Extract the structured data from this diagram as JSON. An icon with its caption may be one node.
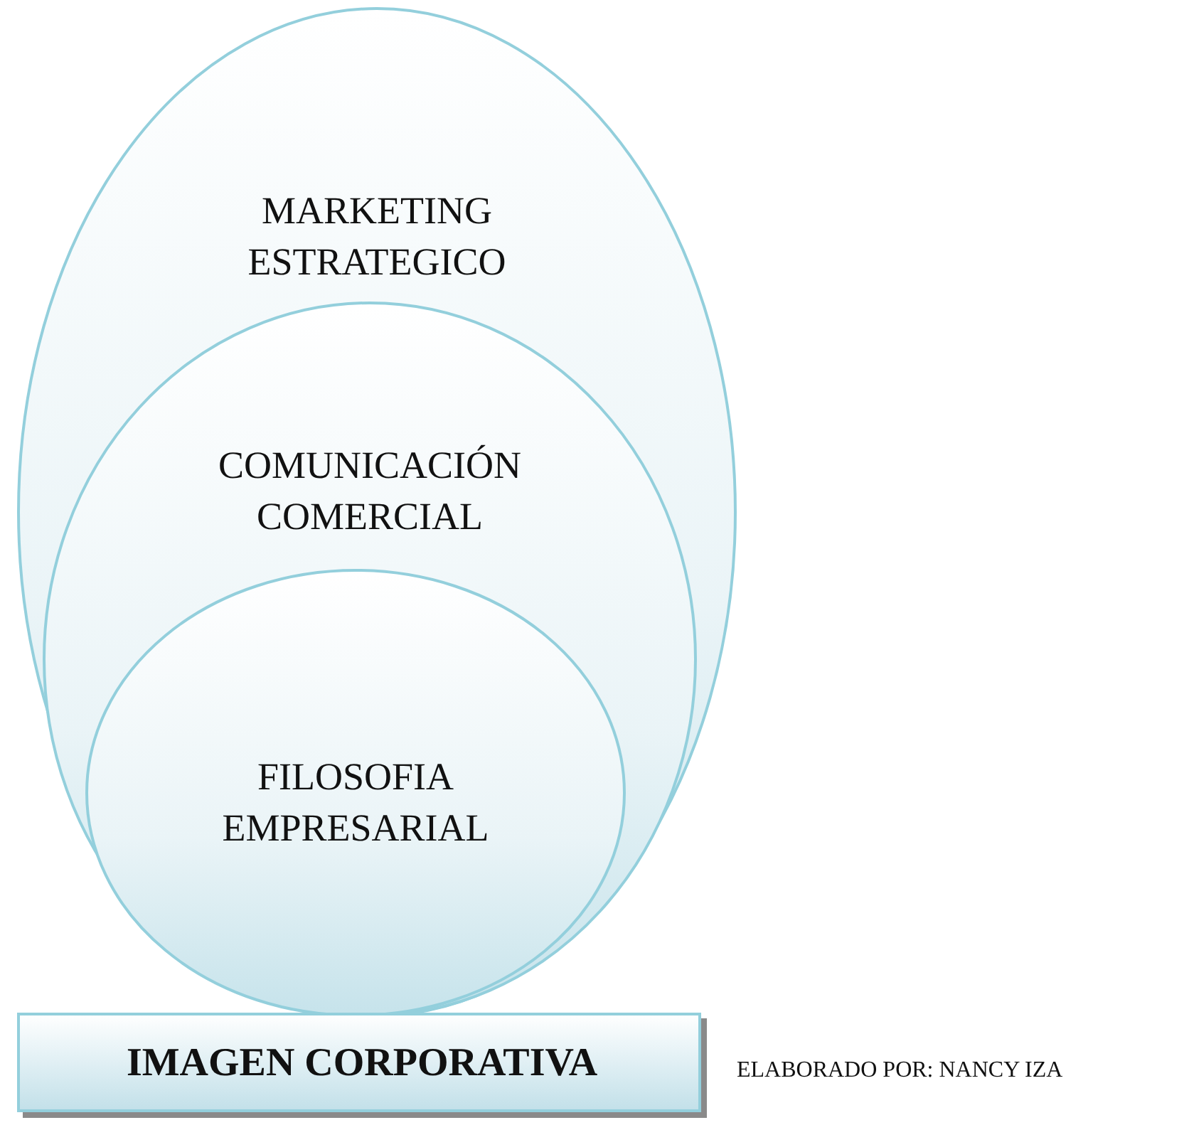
{
  "diagram": {
    "nodes": [
      {
        "text": [
          "MARKETING ESTRATEGICO"
        ]
      },
      {
        "text": [
          "COMUNICACIÓN COMERCIAL"
        ],
        "in": 0
      },
      {
        "text": [
          "FILOSOFIA EMPRESARIAL"
        ],
        "in": 1
      },
      {
        "text": [
          "IMAGEN CORPORATIVA"
        ]
      }
    ],
    "labels": [
      "ELABORADO POR: NANCY IZA"
    ]
  }
}
